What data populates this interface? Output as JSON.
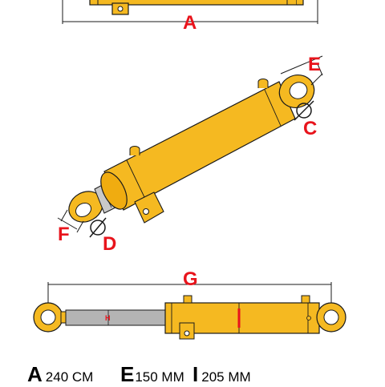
{
  "diagram": {
    "labels": {
      "a": "A",
      "c": "C",
      "d": "D",
      "e": "E",
      "f": "F",
      "g": "G",
      "h": "H"
    },
    "colors": {
      "body": "#f5b921",
      "rod": "#b4b4b4",
      "outline": "#1a1a1a",
      "dimension": "#1a1a1a",
      "label": "#e8141c"
    }
  },
  "specs": [
    {
      "letter": "A",
      "value": "240 CM"
    },
    {
      "letter": "E",
      "value": "150 MM"
    },
    {
      "letter": "I",
      "value": "205 MM"
    }
  ]
}
